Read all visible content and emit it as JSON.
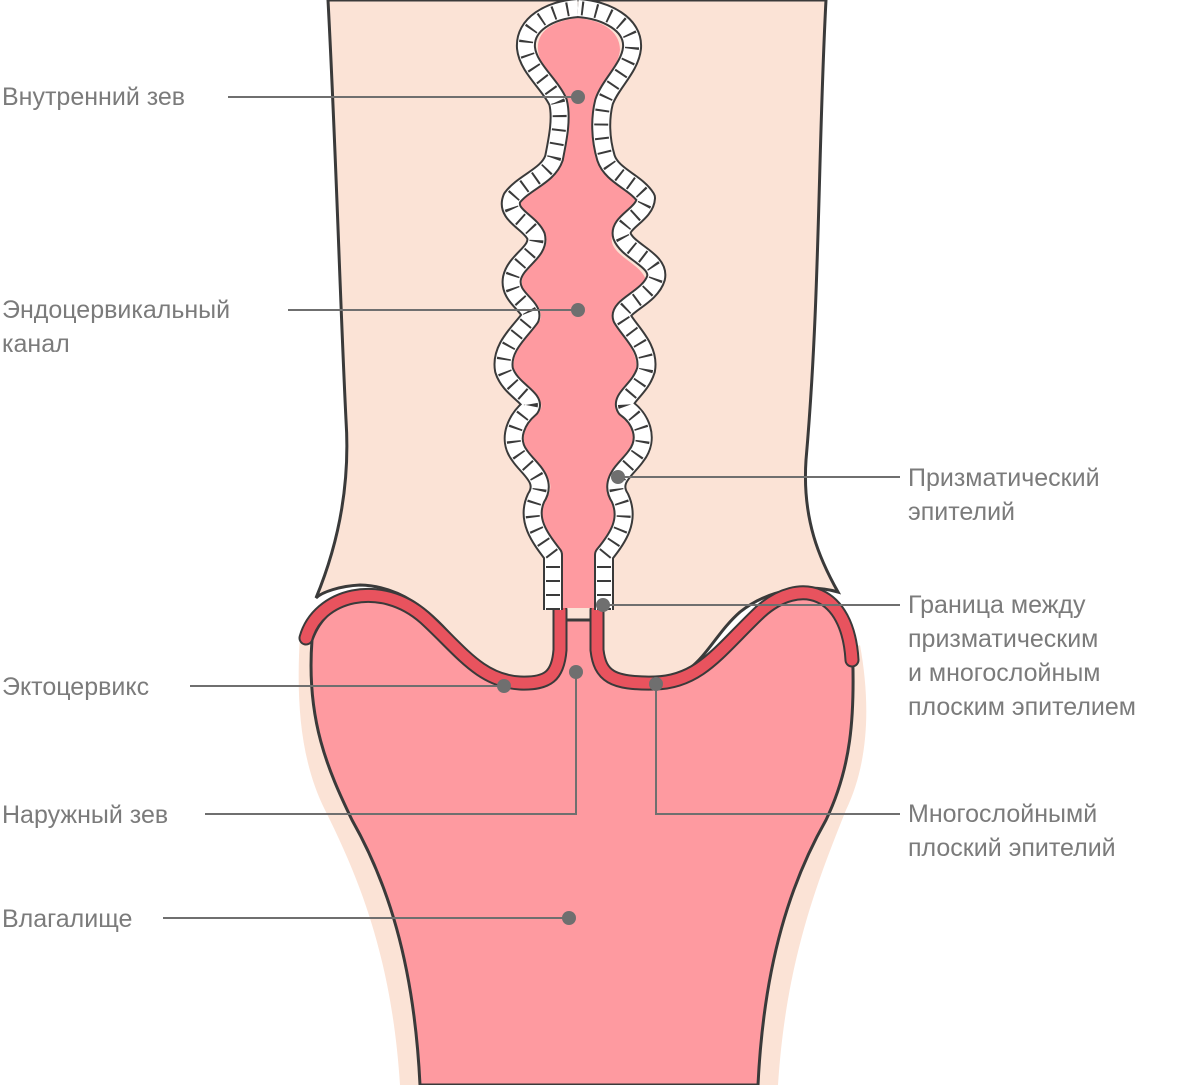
{
  "colors": {
    "tissue": "#fbe3d6",
    "lumen": "#fe9aa0",
    "ectocervix_band": "#e8535e",
    "outline": "#3a3a3a",
    "label_text": "#7b7b7b",
    "leader": "#6f6f6f"
  },
  "labels": {
    "internal_os": [
      "Внутренний зев"
    ],
    "endocervical_canal": [
      "Эндоцервикальный",
      "канал"
    ],
    "ectocervix": [
      "Эктоцервикс"
    ],
    "external_os": [
      "Наружный зев"
    ],
    "vagina": [
      "Влагалище"
    ],
    "columnar_epithelium": [
      "Призматический",
      "эпителий"
    ],
    "transformation_zone": [
      "Граница между",
      "призматическим",
      "и многослойным",
      "плоским эпителием"
    ],
    "squamous_epithelium": [
      "Многослойнымй",
      "плоский эпителий"
    ]
  }
}
